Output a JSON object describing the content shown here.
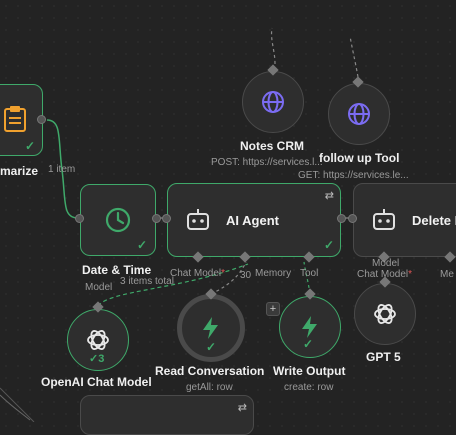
{
  "nodes": {
    "summarize": {
      "label": "marize"
    },
    "date_time": {
      "label": "Date & Time"
    },
    "ai_agent": {
      "label": "AI Agent"
    },
    "delete_node": {
      "label": "Delete I"
    },
    "notes_crm": {
      "label": "Notes CRM",
      "sub": "POST: https://services.l..."
    },
    "follow_up": {
      "label": "follow up Tool",
      "sub": "GET: https://services.le..."
    },
    "openai": {
      "label": "OpenAI Chat Model",
      "badge": "3"
    },
    "read_conv": {
      "label": "Read Conversation",
      "sub": "getAll: row"
    },
    "write_out": {
      "label": "Write Output",
      "sub": "create: row"
    },
    "gpt5": {
      "label": "GPT 5"
    }
  },
  "edges": {
    "items_1": "1 item",
    "items_30": "30",
    "items_3_total": "3 items total"
  },
  "ports": {
    "chat_model": "Chat Model",
    "required": "*",
    "memory": "Memory",
    "tool": "Tool",
    "model": "Model",
    "model_right": "Model",
    "chat_model_right": "Chat Model",
    "me": "Me"
  },
  "colors": {
    "accent_green": "#3fa96a",
    "icon_purple": "#7b6cf2",
    "orange": "#f0a12e"
  }
}
